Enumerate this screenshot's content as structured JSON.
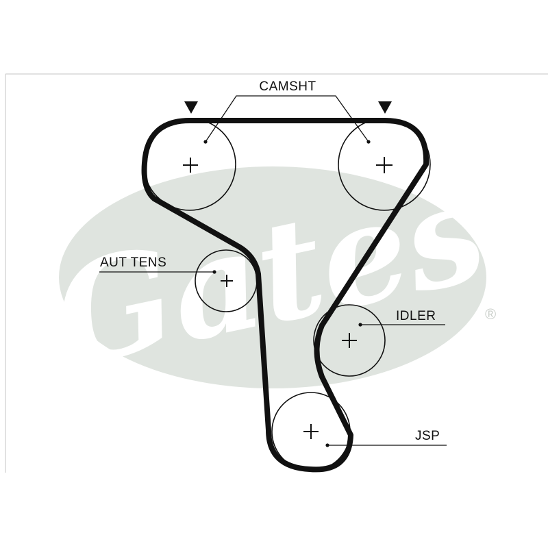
{
  "brand": {
    "wordmark": "Gates",
    "registered_mark": "®",
    "watermark_color": "#dfe4df"
  },
  "labels": {
    "camshaft": "CAMSHT",
    "auto_tensioner": "AUT TENS",
    "idler": "IDLER",
    "crankshaft": "JSP"
  },
  "colors": {
    "belt": "#111111",
    "line": "#111111",
    "frame": "#d8d8d8"
  }
}
